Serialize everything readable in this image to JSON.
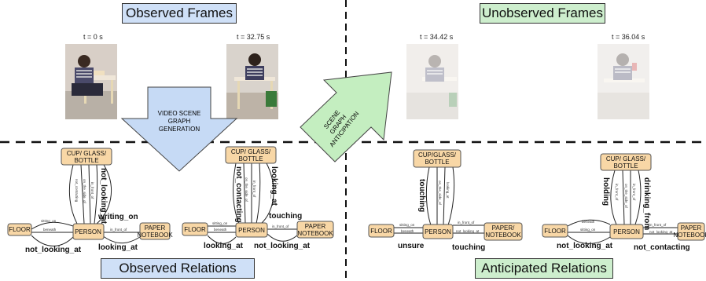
{
  "headers": {
    "observed_frames": "Observed Frames",
    "unobserved_frames": "Unobserved Frames",
    "observed_relations": "Observed Relations",
    "anticipated_relations": "Anticipated Relations"
  },
  "frames": [
    {
      "time": "t = 0 s",
      "faded": false
    },
    {
      "time": "t = 32.75 s",
      "faded": false
    },
    {
      "time": "t = 34.42 s",
      "faded": true
    },
    {
      "time": "t = 36.04 s",
      "faded": true
    }
  ],
  "arrows": {
    "generation": [
      "VIDEO SCENE",
      "GRAPH",
      "GENERATION"
    ],
    "anticipation": [
      "SCENE",
      "GRAPH",
      "ANTICIPATION"
    ]
  },
  "nodes": {
    "cup": [
      "CUP/ GLASS/",
      "BOTTLE"
    ],
    "cup_alt": [
      "CUP/GLASS/",
      "BOTTLE"
    ],
    "person": "PERSON",
    "floor": "FLOOR",
    "paper": [
      "PAPER",
      "NOTEBOOK"
    ],
    "paper_alt": [
      "PAPER/",
      "NOTEBOOK"
    ]
  },
  "graphs": {
    "g1": {
      "edges": [
        "not_contacting",
        "on_the_side_of",
        "in_front_of",
        "sitting_on",
        "beneath",
        "in_front_of"
      ],
      "bold": [
        "not_looking_at",
        "writing_on",
        "not_looking_at",
        "looking_at"
      ]
    },
    "g2": {
      "edges": [
        "on_the_side_of",
        "in_front_of",
        "sitting_on",
        "beneath",
        "in_front_of"
      ],
      "bold": [
        "not_contacting",
        "looking_at",
        "touching",
        "looking_at",
        "not_looking_at"
      ]
    },
    "g3": {
      "edges": [
        "on_the_side_of",
        "looking_at",
        "sitting_on",
        "beneath",
        "in_front_of",
        "not_looking_at"
      ],
      "bold": [
        "touching",
        "unsure",
        "touching"
      ]
    },
    "g4": {
      "edges": [
        "in_front_of",
        "on_the_side_of",
        "in_front_of",
        "beneath",
        "sitting_on",
        "in_front_of",
        "not_looking_at"
      ],
      "bold": [
        "holding",
        "drinking_from",
        "not_looking_at",
        "not_contacting"
      ]
    }
  },
  "colors": {
    "node_fill": "#f8d7a6",
    "observed_header": "#cfe0f7",
    "anticipated_header": "#cdeecd",
    "generation_arrow": "#c6daf5",
    "anticipation_arrow": "#c4eec0"
  }
}
